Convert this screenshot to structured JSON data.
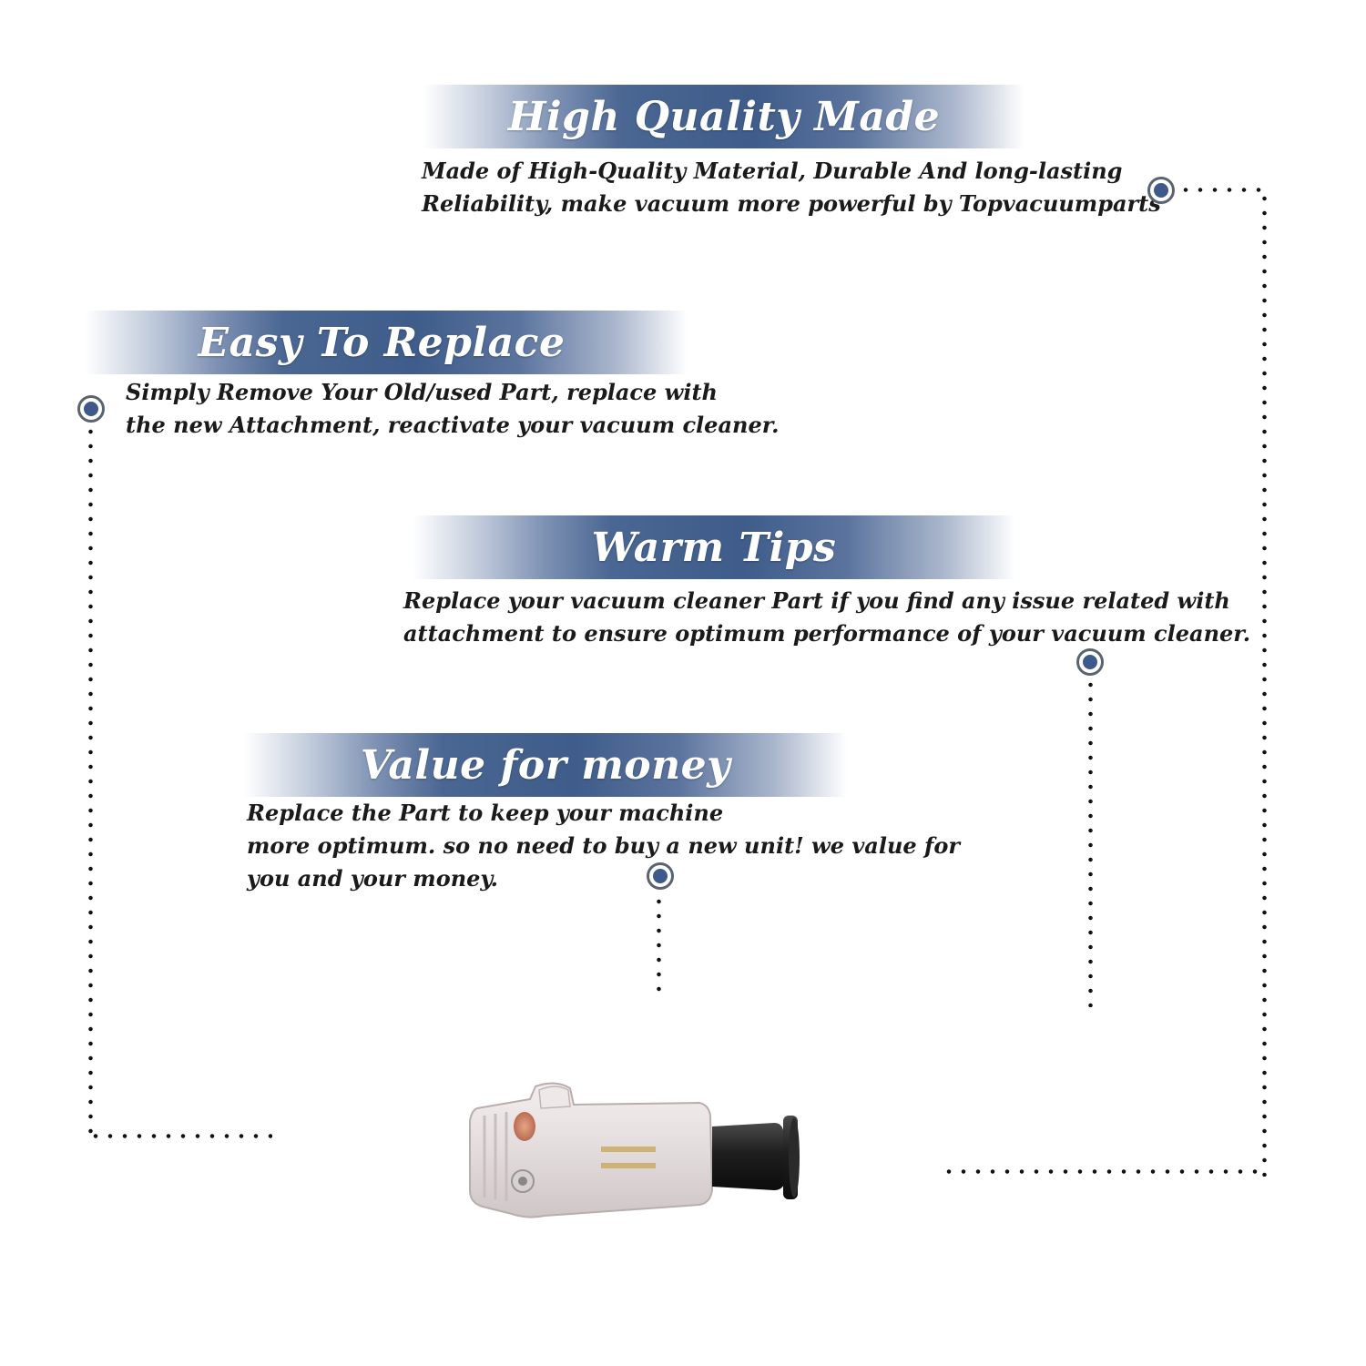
{
  "sections": [
    {
      "title": "High Quality Made",
      "lines": [
        "Made of  High-Quality Material, Durable And long-lasting",
        "Reliability, make vacuum more powerful by Topvacuumparts"
      ]
    },
    {
      "title": "Easy To Replace",
      "lines": [
        "Simply Remove Your Old/used Part, replace with",
        "the new Attachment, reactivate your vacuum cleaner."
      ]
    },
    {
      "title": "Warm Tips",
      "lines": [
        "Replace your vacuum cleaner Part if you find any issue related with",
        " attachment to ensure optimum performance of your vacuum cleaner."
      ]
    },
    {
      "title": "Value for money",
      "lines": [
        "Replace the Part to keep your machine",
        "more optimum. so no need to buy a new unit! we value for",
        "you and your money."
      ]
    }
  ],
  "colors": {
    "banner": "#3f5c8a",
    "marker": "#3d5a8a",
    "dots": "#111111"
  }
}
